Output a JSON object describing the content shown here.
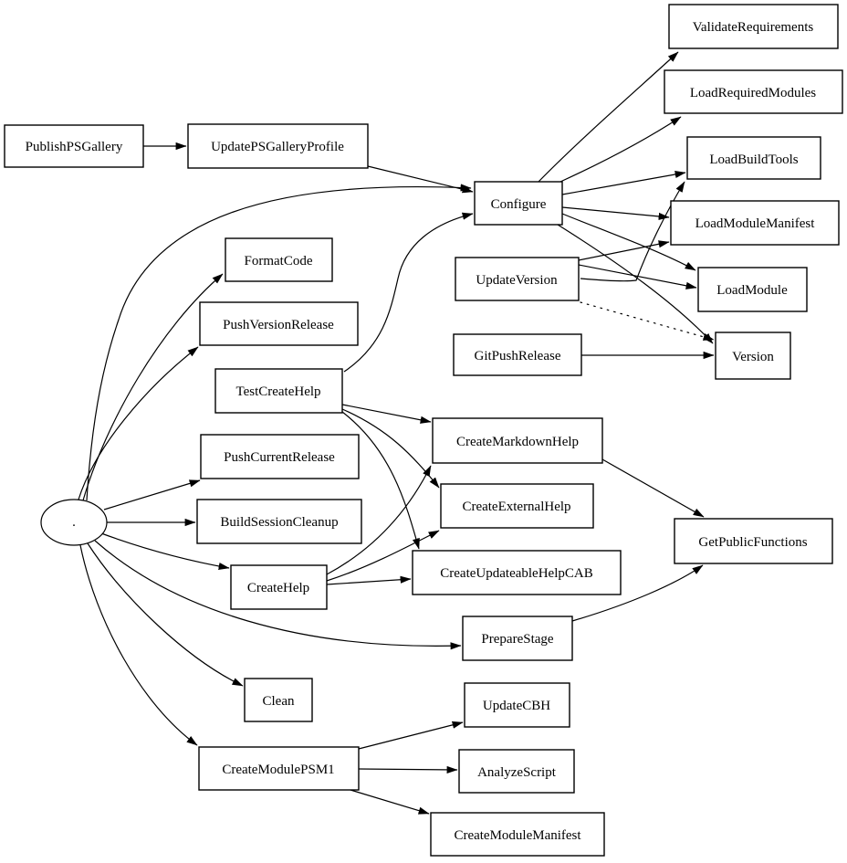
{
  "diagram": {
    "type": "task-dependency-graph",
    "background_color": "#ffffff",
    "node_fill_color": "#ffffff",
    "line_color": "#000000",
    "nodes": [
      {
        "id": "PublishPSGallery",
        "label": "PublishPSGallery"
      },
      {
        "id": "UpdatePSGalleryProfile",
        "label": "UpdatePSGalleryProfile"
      },
      {
        "id": "Configure",
        "label": "Configure"
      },
      {
        "id": "ValidateRequirements",
        "label": "ValidateRequirements"
      },
      {
        "id": "LoadRequiredModules",
        "label": "LoadRequiredModules"
      },
      {
        "id": "LoadBuildTools",
        "label": "LoadBuildTools"
      },
      {
        "id": "LoadModuleManifest",
        "label": "LoadModuleManifest"
      },
      {
        "id": "UpdateVersion",
        "label": "UpdateVersion"
      },
      {
        "id": "LoadModule",
        "label": "LoadModule"
      },
      {
        "id": "GitPushRelease",
        "label": "GitPushRelease"
      },
      {
        "id": "Version",
        "label": "Version"
      },
      {
        "id": "FormatCode",
        "label": "FormatCode"
      },
      {
        "id": "PushVersionRelease",
        "label": "PushVersionRelease"
      },
      {
        "id": "TestCreateHelp",
        "label": "TestCreateHelp"
      },
      {
        "id": "PushCurrentRelease",
        "label": "PushCurrentRelease"
      },
      {
        "id": "CreateMarkdownHelp",
        "label": "CreateMarkdownHelp"
      },
      {
        "id": "BuildSessionCleanup",
        "label": "BuildSessionCleanup"
      },
      {
        "id": "CreateExternalHelp",
        "label": "CreateExternalHelp"
      },
      {
        "id": "GetPublicFunctions",
        "label": "GetPublicFunctions"
      },
      {
        "id": "CreateHelp",
        "label": "CreateHelp"
      },
      {
        "id": "CreateUpdateableHelpCAB",
        "label": "CreateUpdateableHelpCAB"
      },
      {
        "id": "PrepareStage",
        "label": "PrepareStage"
      },
      {
        "id": "Clean",
        "label": "Clean"
      },
      {
        "id": "UpdateCBH",
        "label": "UpdateCBH"
      },
      {
        "id": "CreateModulePSM1",
        "label": "CreateModulePSM1"
      },
      {
        "id": "AnalyzeScript",
        "label": "AnalyzeScript"
      },
      {
        "id": "CreateModuleManifest",
        "label": "CreateModuleManifest"
      },
      {
        "id": "root",
        "label": "."
      }
    ],
    "edges": [
      {
        "from": "root",
        "to": "Configure",
        "style": "solid"
      },
      {
        "from": "root",
        "to": "FormatCode",
        "style": "solid"
      },
      {
        "from": "root",
        "to": "PushVersionRelease",
        "style": "solid"
      },
      {
        "from": "root",
        "to": "PushCurrentRelease",
        "style": "solid"
      },
      {
        "from": "root",
        "to": "BuildSessionCleanup",
        "style": "solid"
      },
      {
        "from": "root",
        "to": "CreateHelp",
        "style": "solid"
      },
      {
        "from": "root",
        "to": "PrepareStage",
        "style": "solid"
      },
      {
        "from": "root",
        "to": "Clean",
        "style": "solid"
      },
      {
        "from": "root",
        "to": "CreateModulePSM1",
        "style": "solid"
      },
      {
        "from": "PublishPSGallery",
        "to": "UpdatePSGalleryProfile",
        "style": "solid"
      },
      {
        "from": "UpdatePSGalleryProfile",
        "to": "Configure",
        "style": "solid"
      },
      {
        "from": "TestCreateHelp",
        "to": "Configure",
        "style": "solid"
      },
      {
        "from": "Configure",
        "to": "ValidateRequirements",
        "style": "solid"
      },
      {
        "from": "Configure",
        "to": "LoadRequiredModules",
        "style": "solid"
      },
      {
        "from": "Configure",
        "to": "LoadBuildTools",
        "style": "solid"
      },
      {
        "from": "Configure",
        "to": "LoadModuleManifest",
        "style": "solid"
      },
      {
        "from": "Configure",
        "to": "LoadModule",
        "style": "solid"
      },
      {
        "from": "Configure",
        "to": "Version",
        "style": "solid"
      },
      {
        "from": "UpdateVersion",
        "to": "LoadBuildTools",
        "style": "solid"
      },
      {
        "from": "UpdateVersion",
        "to": "LoadModuleManifest",
        "style": "solid"
      },
      {
        "from": "UpdateVersion",
        "to": "LoadModule",
        "style": "solid"
      },
      {
        "from": "UpdateVersion",
        "to": "Version",
        "style": "dotted"
      },
      {
        "from": "GitPushRelease",
        "to": "Version",
        "style": "solid"
      },
      {
        "from": "TestCreateHelp",
        "to": "CreateMarkdownHelp",
        "style": "solid"
      },
      {
        "from": "TestCreateHelp",
        "to": "CreateExternalHelp",
        "style": "solid"
      },
      {
        "from": "TestCreateHelp",
        "to": "CreateUpdateableHelpCAB",
        "style": "solid"
      },
      {
        "from": "CreateHelp",
        "to": "CreateMarkdownHelp",
        "style": "solid"
      },
      {
        "from": "CreateHelp",
        "to": "CreateExternalHelp",
        "style": "solid"
      },
      {
        "from": "CreateHelp",
        "to": "CreateUpdateableHelpCAB",
        "style": "solid"
      },
      {
        "from": "CreateMarkdownHelp",
        "to": "GetPublicFunctions",
        "style": "solid"
      },
      {
        "from": "PrepareStage",
        "to": "GetPublicFunctions",
        "style": "solid"
      },
      {
        "from": "CreateModulePSM1",
        "to": "UpdateCBH",
        "style": "solid"
      },
      {
        "from": "CreateModulePSM1",
        "to": "AnalyzeScript",
        "style": "solid"
      },
      {
        "from": "CreateModulePSM1",
        "to": "CreateModuleManifest",
        "style": "solid"
      }
    ]
  }
}
